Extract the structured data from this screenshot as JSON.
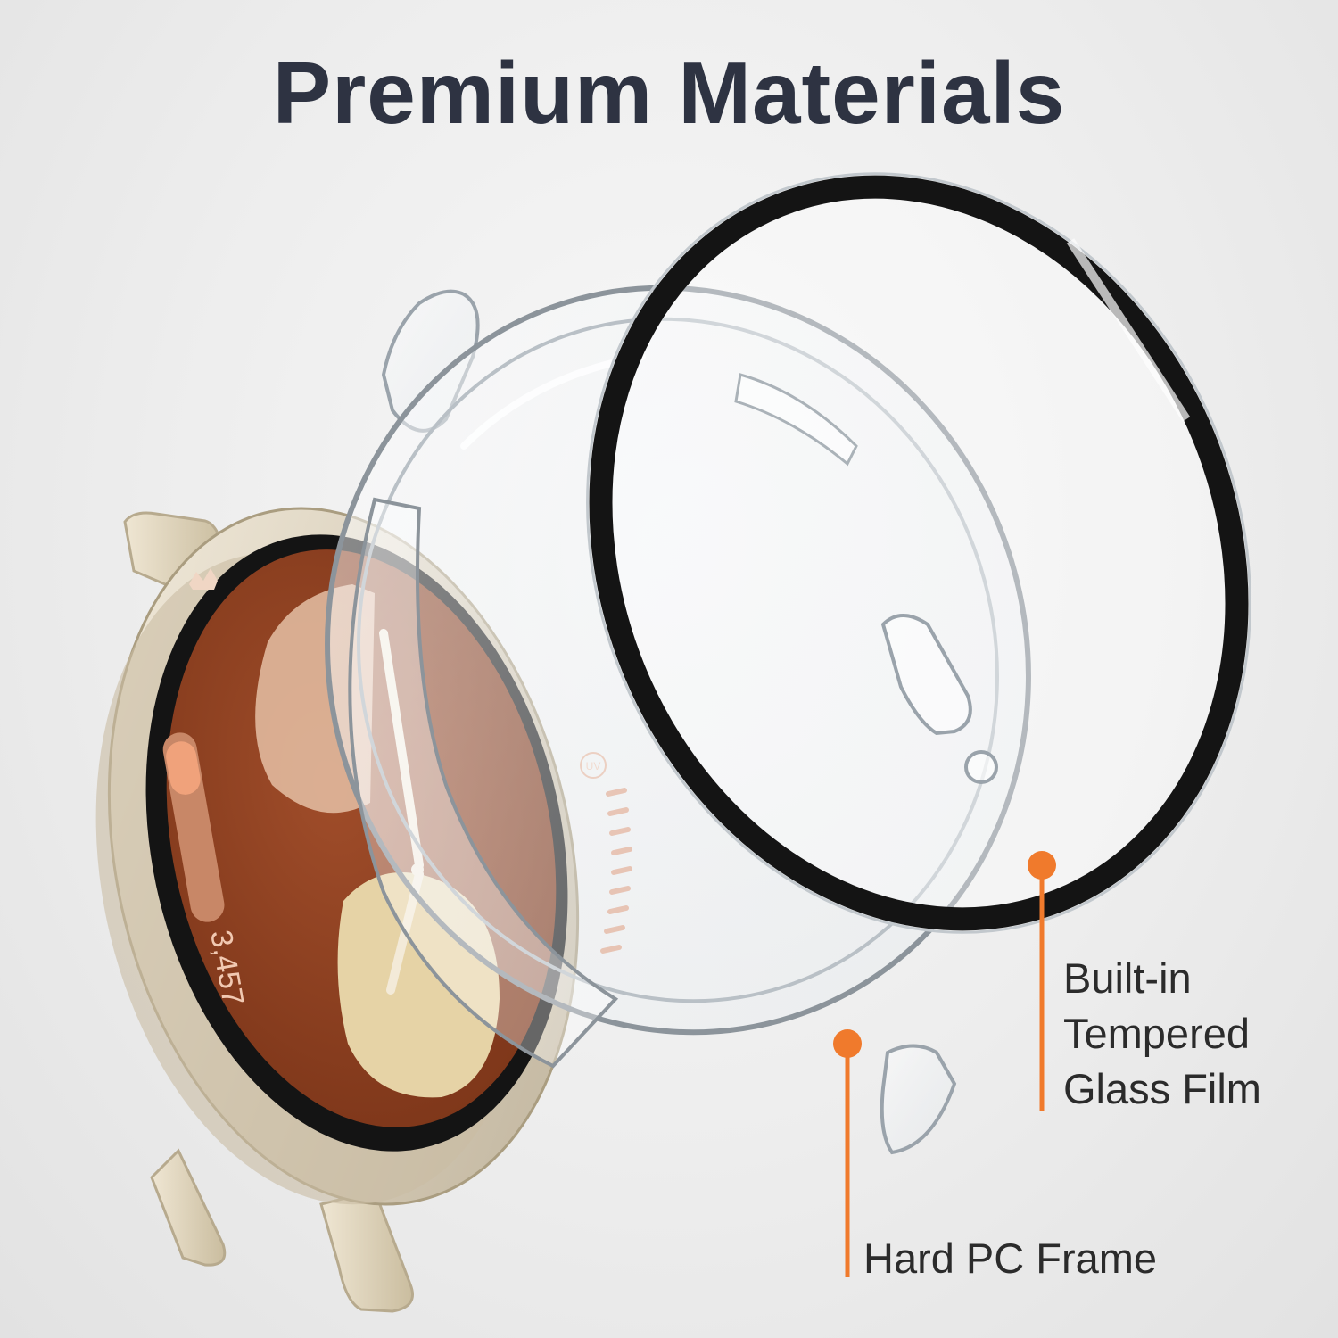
{
  "title": "Premium Materials",
  "watch_face": {
    "step_count": "3,457",
    "uv_label": "UV"
  },
  "callouts": {
    "glass_line1": "Built-in",
    "glass_line2": "Tempered",
    "glass_line3": "Glass Film",
    "frame": "Hard PC Frame"
  },
  "colors": {
    "accent": "#f07a2c",
    "title_text": "#2e3342",
    "face": "#8a3e20"
  }
}
